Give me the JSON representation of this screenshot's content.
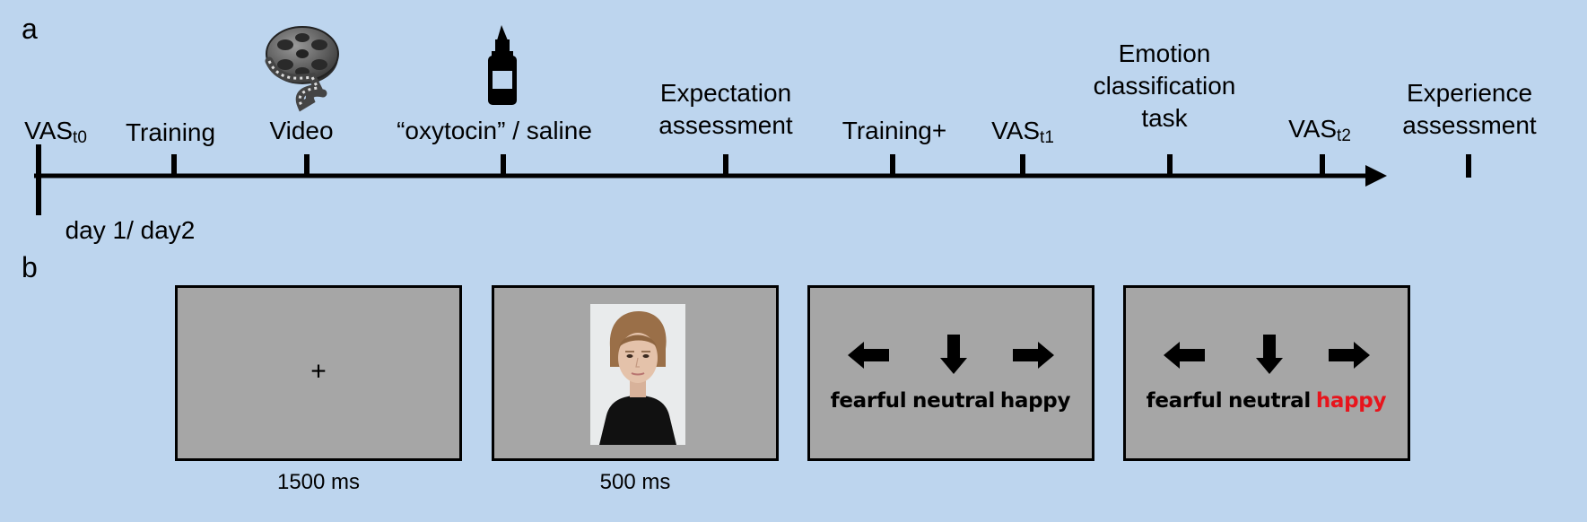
{
  "panel_a": {
    "letter": "a",
    "start_note": "day 1/ day2",
    "events": [
      {
        "pre": "VAS",
        "sub": "t0"
      },
      {
        "pre": "Training"
      },
      {
        "pre": "Video"
      },
      {
        "pre": "“oxytocin” / saline"
      },
      {
        "pre": "Expectation",
        "line2": "assessment"
      },
      {
        "pre": "Training+"
      },
      {
        "pre": "VAS",
        "sub": "t1"
      },
      {
        "pre": "Emotion",
        "line2": "classification",
        "line3": "task"
      },
      {
        "pre": "VAS",
        "sub": "t2"
      },
      {
        "pre": "Experience",
        "line2": "assessment"
      }
    ]
  },
  "panel_b": {
    "letter": "b",
    "fixation": "+",
    "durations": [
      "1500 ms",
      "500 ms"
    ],
    "responses": [
      "fearful",
      "neutral",
      "happy"
    ],
    "selected_response": "happy",
    "highlight_color": "#e8141c"
  }
}
